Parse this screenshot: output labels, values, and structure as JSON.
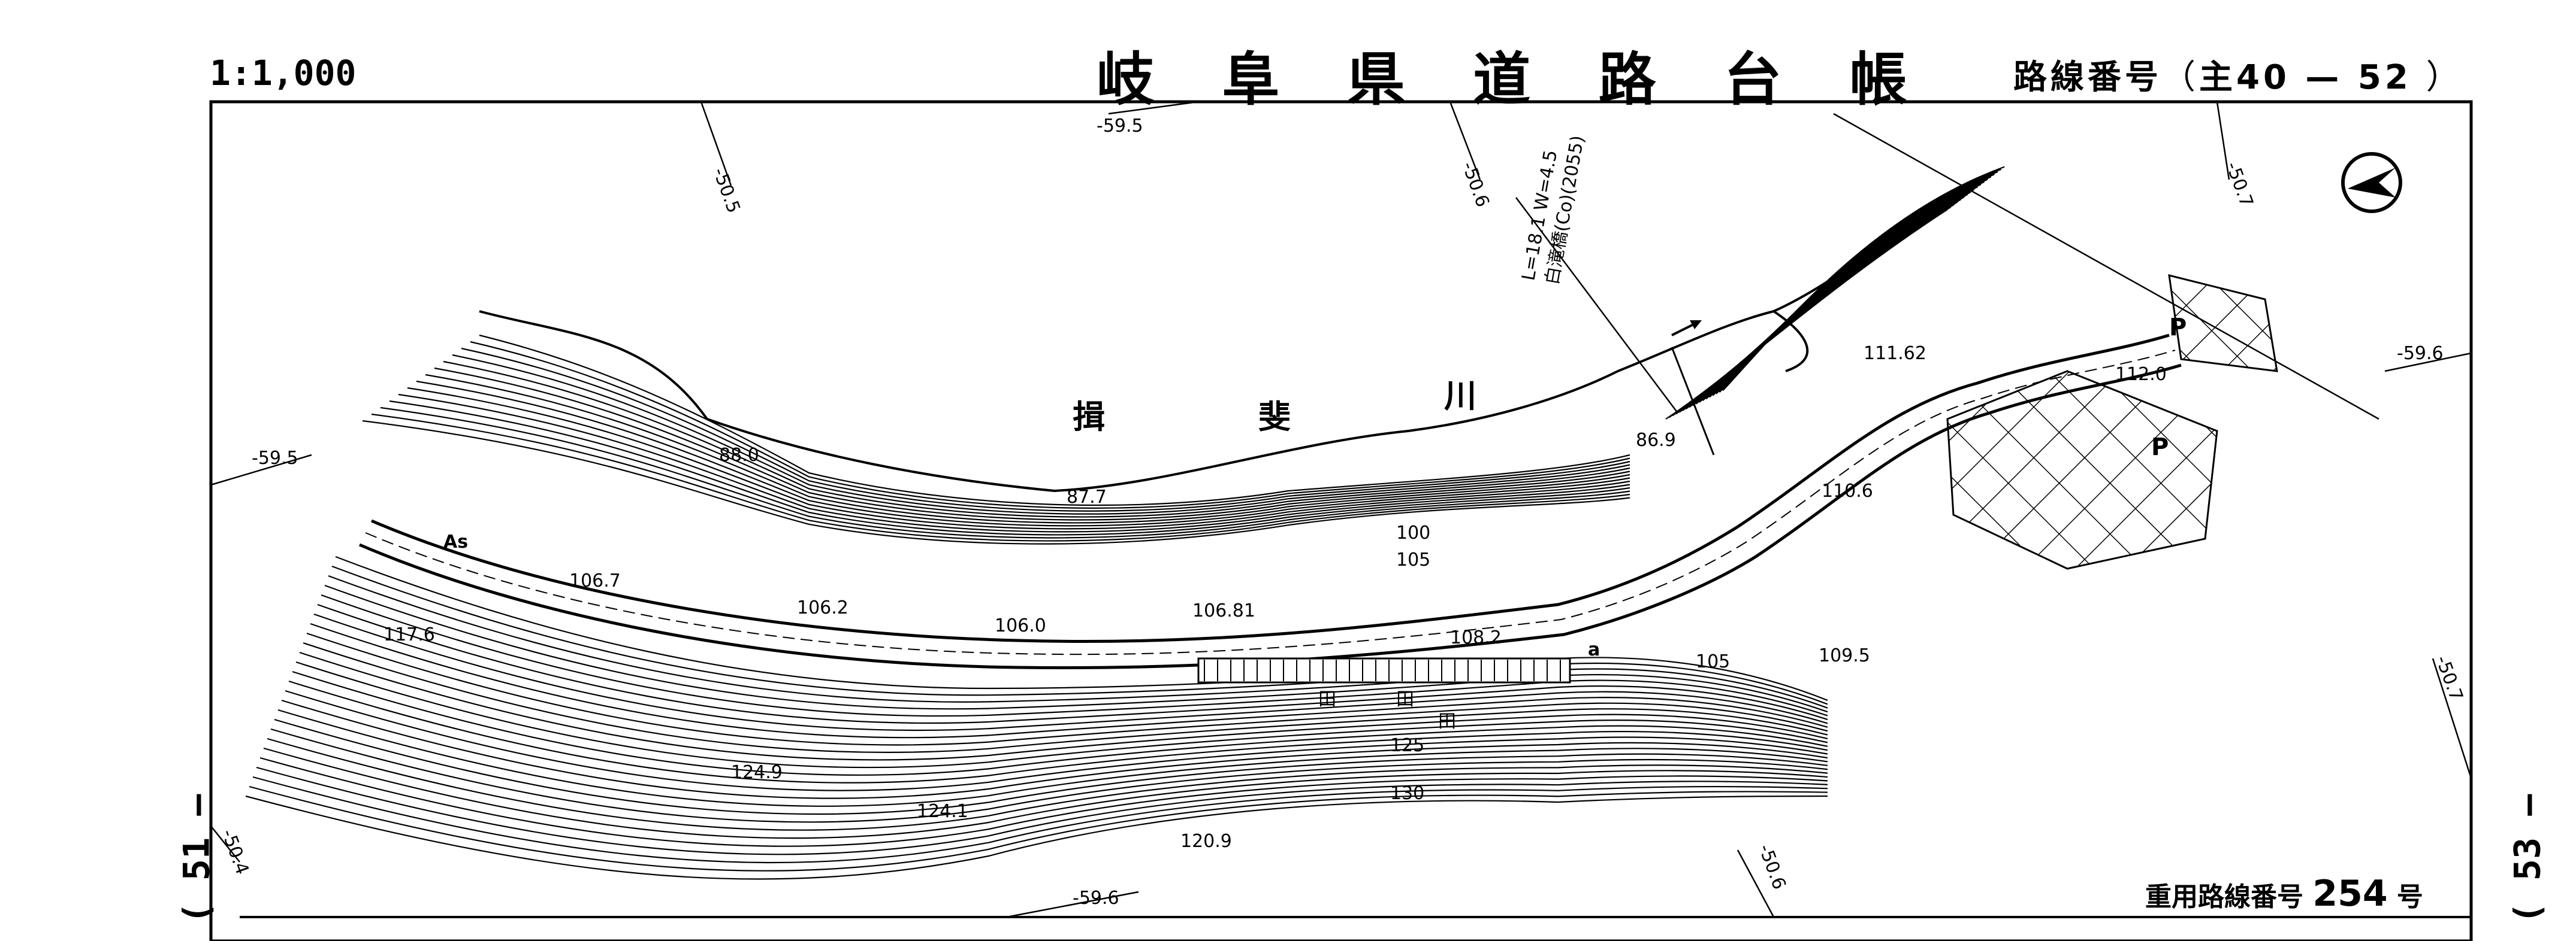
{
  "header": {
    "scale": "1:1,000",
    "title": "岐 阜 県 道 路 台 帳",
    "route_label": "路線番号",
    "route_value": "主40 — 52"
  },
  "margins": {
    "left_ref": "( 51 —",
    "right_ref": "( 53 —"
  },
  "footer": {
    "heavy_route_label": "重用路線番号",
    "heavy_route_number": "254",
    "heavy_route_suffix": "号"
  },
  "map": {
    "river": [
      "揖",
      "斐",
      "川"
    ],
    "bridge_label": "L=18.1  W=4.5",
    "bridge_name": "白滝橋(Co)(2055)",
    "grid_labels": {
      "g1": "-59.5",
      "g2": "-50.5",
      "g3": "-50.6",
      "g4": "-50.7",
      "g5": "-59.6",
      "g6": "-50.4",
      "g7": "-59.6",
      "g8": "-50.6",
      "g9": "-59.5",
      "g10": "-50.7"
    },
    "spot_heights": {
      "h1": "88.0",
      "h2": "87.7",
      "h3": "86.9",
      "h4": "106.7",
      "h5": "106.2",
      "h6": "106.0",
      "h7": "106.81",
      "h8": "108.2",
      "h9": "111.62",
      "h10": "112.0",
      "h11": "110.6",
      "h12": "109.5",
      "h13": "117.6",
      "h14": "124.9",
      "h15": "124.1",
      "h16": "120.9",
      "h17": "100",
      "h18": "105",
      "h19": "125",
      "h20": "130",
      "h21": "105"
    },
    "field_symbols": [
      "田",
      "田",
      "田"
    ]
  },
  "colors": {
    "ink": "#000000",
    "paper": "#ffffff"
  }
}
